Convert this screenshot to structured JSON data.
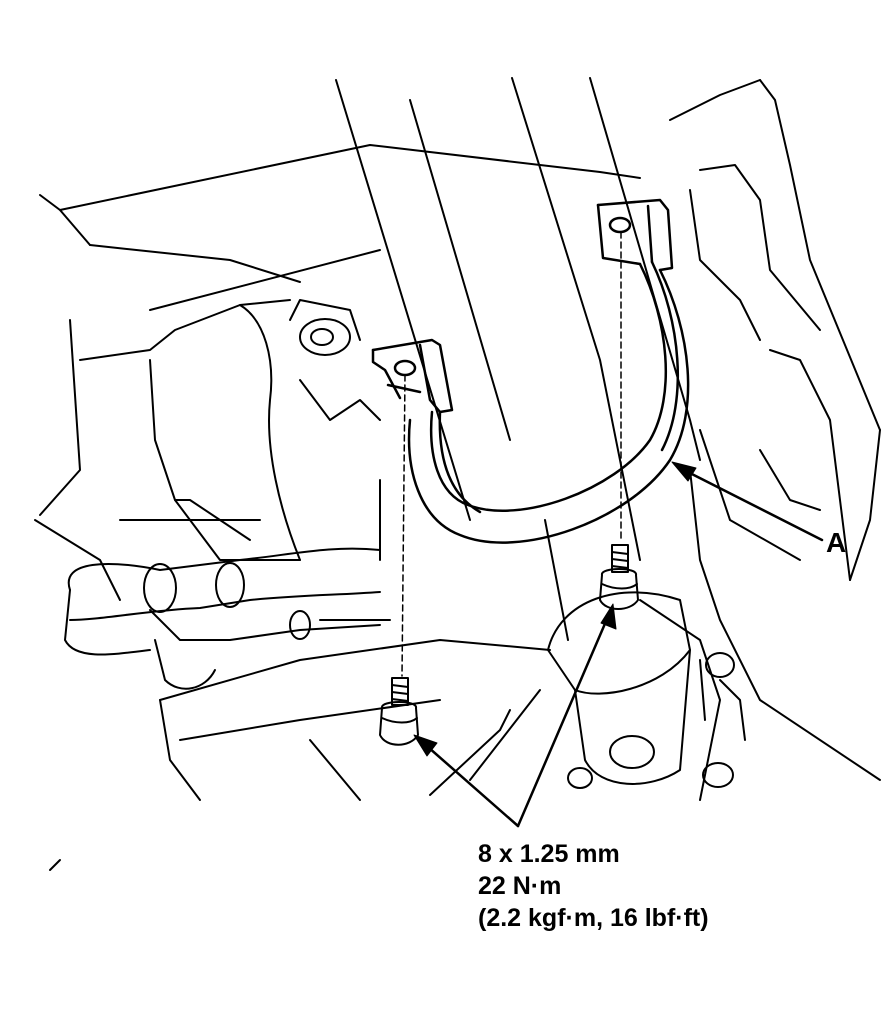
{
  "callout": {
    "part_label": "A"
  },
  "fastener_spec": {
    "size": "8 x 1.25 mm",
    "torque_nm": "22 N·m",
    "torque_alt": "(2.2 kgf·m, 16 lbf·ft)"
  },
  "colors": {
    "ink": "#000000",
    "paper": "#ffffff"
  }
}
